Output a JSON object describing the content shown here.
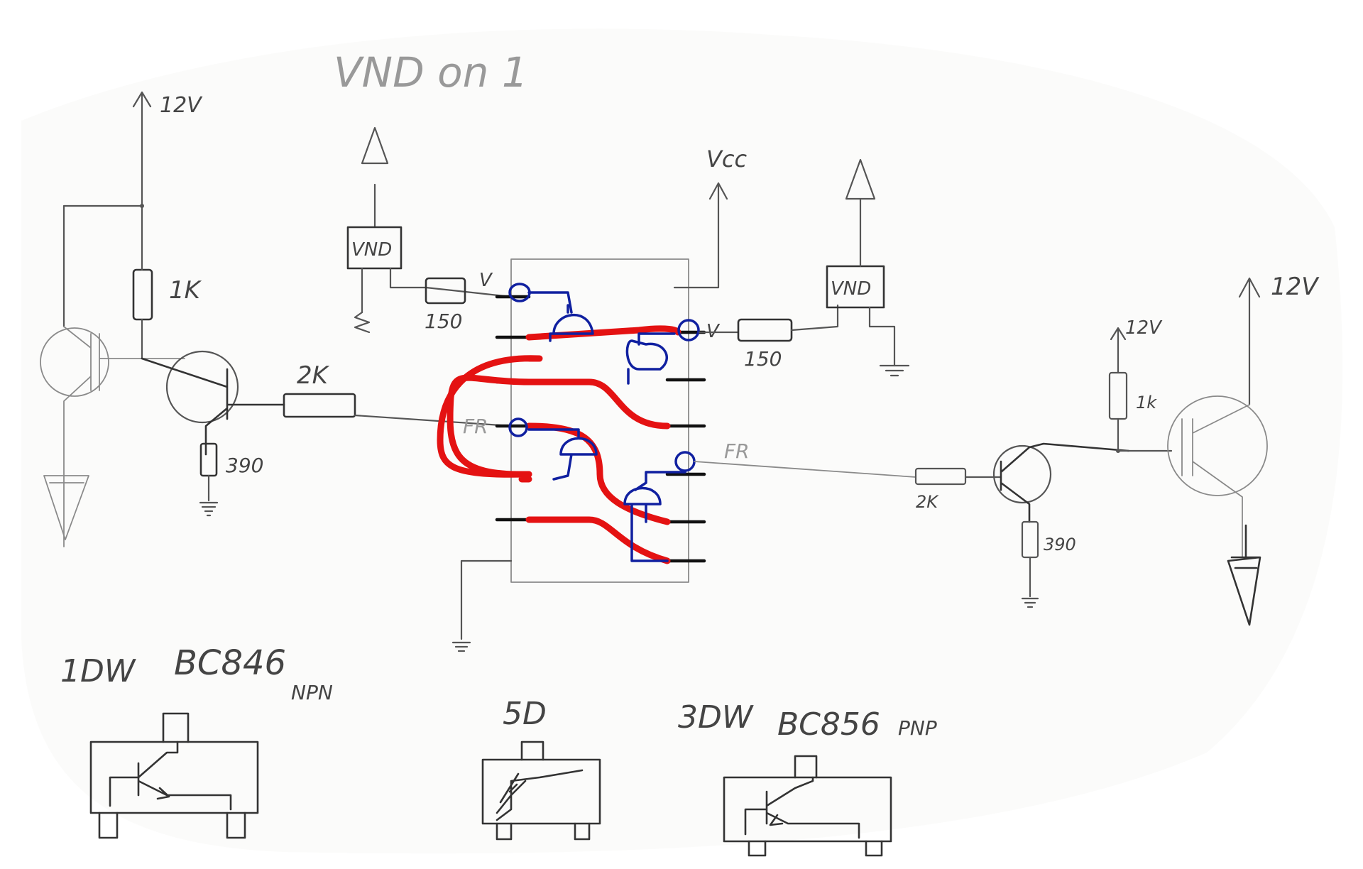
{
  "title": "VND on 1",
  "labels": {
    "supply_top_left": "12V",
    "supply_right": "12V",
    "supply_right_small": "12V",
    "vcc": "Vcc",
    "r_1k_left": "1K",
    "r_1k_right": "1k",
    "r_2k_left": "2K",
    "r_2k_right": "2K",
    "r_390_left": "390",
    "r_390_right": "390",
    "r_150_left": "150",
    "r_150_right": "150",
    "vnd_left": "VND",
    "vnd_right": "VND",
    "pin_v_top": "V",
    "pin_v_right": "V",
    "pin_fr_left": "FR",
    "pin_fr_right": "FR"
  },
  "footnotes": {
    "npn_code": "1DW",
    "npn_part": "BC846",
    "npn_type": "NPN",
    "diode_code": "5D",
    "pnp_code": "3DW",
    "pnp_part": "BC856",
    "pnp_type": "PNP"
  },
  "colors": {
    "pencil": "#555555",
    "ink_black": "#111111",
    "ink_blue": "#1020a0",
    "ink_red": "#e41212"
  }
}
